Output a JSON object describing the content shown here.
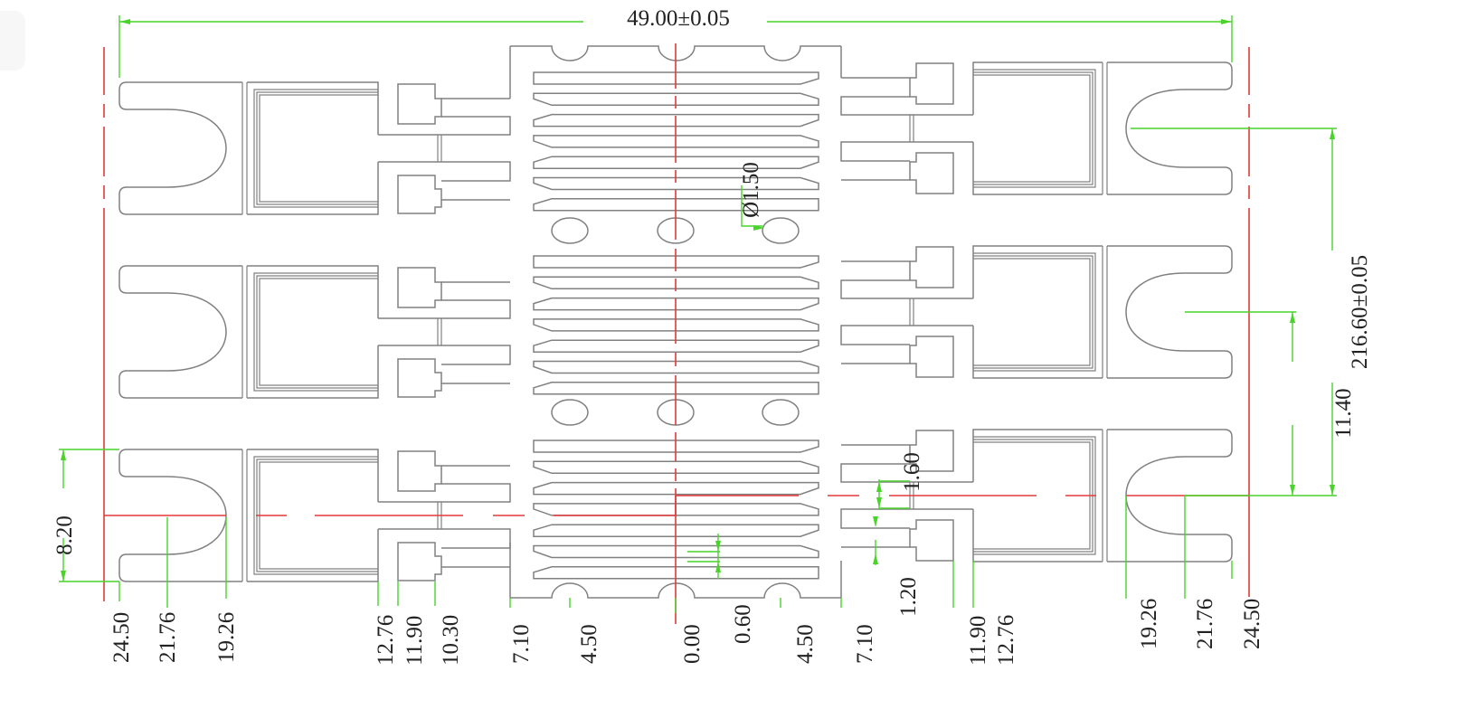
{
  "drawing": {
    "type": "lead-frame-outline",
    "colors": {
      "outline": "#808080",
      "centerline": "#e33a3a",
      "dimension": "#49d42a",
      "text": "#222222"
    },
    "dimensions": {
      "overall_width": "49.00±0.05",
      "pitch_length": "216.60±0.05",
      "slot_pitch": "11.40",
      "tab_height": "8.20",
      "hole_diameter": "Ø1.50",
      "lead_gap": "1.60",
      "lead_width": "1.20",
      "fin_gap": "0.60"
    },
    "bottom_labels_left": [
      "24.50",
      "21.76",
      "19.26",
      "12.76",
      "11.90",
      "10.30",
      "7.10",
      "4.50"
    ],
    "bottom_label_center": "0.00",
    "bottom_labels_right": [
      "0.60",
      "4.50",
      "7.10",
      "11.90",
      "12.76",
      "19.26",
      "21.76",
      "24.50"
    ],
    "counts": {
      "units": 3,
      "fins_per_unit": 7,
      "holes_per_row": 3
    }
  }
}
